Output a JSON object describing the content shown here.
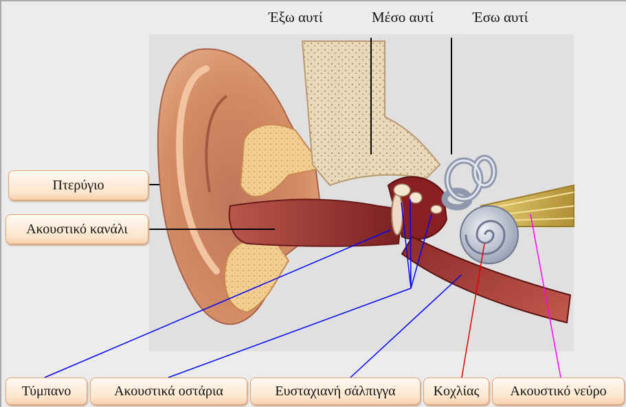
{
  "sections": {
    "outer_ear": "Έξω αυτί",
    "middle_ear": "Μέσο αυτί",
    "inner_ear": "Έσω αυτί"
  },
  "labels": {
    "pinna": "Πτερύγιο",
    "ear_canal": "Ακουστικό κανάλι",
    "eardrum": "Τύμπανο",
    "ossicles": "Ακουστικά οστάρια",
    "eustachian_tube": "Ευσταχιανή σάλπιγγα",
    "cochlea": "Κοχλίας",
    "auditory_nerve": "Ακουστικό νεύρο"
  },
  "colors": {
    "background": "#ececec",
    "illustration_bg": "#e0e0e0",
    "skin": "#d9956a",
    "cartilage": "#f3cf8a",
    "canal": "#b0443a",
    "inner_ear": "#c9cfdc",
    "nerve": "#d9c060",
    "line_black": "#000000",
    "line_blue": "#0000ff",
    "line_red": "#e00000",
    "line_magenta": "#ff00ff"
  }
}
